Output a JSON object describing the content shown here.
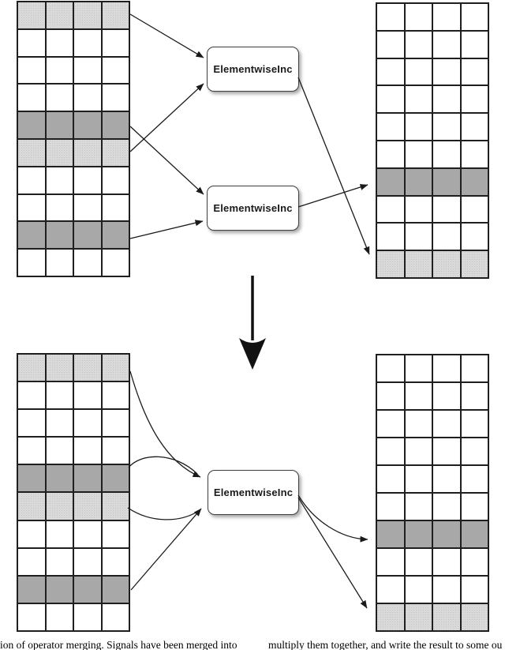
{
  "colors": {
    "light_row": "#d9d9d9",
    "dark_row": "#a8a8a8",
    "grid_line": "#1f1f1f",
    "arrow": "#1a1a1a",
    "box_border": "#3f3f3f",
    "box_bg": "#ffffff"
  },
  "diagram_before": {
    "input_matrix": {
      "rows": 10,
      "cols": 4,
      "row_fills": {
        "1": "light",
        "5": "dark",
        "6": "light",
        "9": "dark"
      }
    },
    "output_matrix": {
      "rows": 10,
      "cols": 4,
      "row_fills": {
        "7": "dark",
        "10": "light"
      }
    },
    "operators": [
      {
        "label": "ElementwiseInc"
      },
      {
        "label": "ElementwiseInc"
      }
    ]
  },
  "diagram_after": {
    "input_matrix": {
      "rows": 10,
      "cols": 4,
      "row_fills": {
        "1": "light",
        "5": "dark",
        "6": "light",
        "9": "dark"
      }
    },
    "output_matrix": {
      "rows": 10,
      "cols": 4,
      "row_fills": {
        "7": "dark",
        "10": "light"
      }
    },
    "operators": [
      {
        "label": "ElementwiseInc"
      }
    ]
  },
  "caption": {
    "left_fragment": "ion of operator merging. Signals have been merged into",
    "right_fragment": "multiply them together, and write the result to some ou"
  }
}
